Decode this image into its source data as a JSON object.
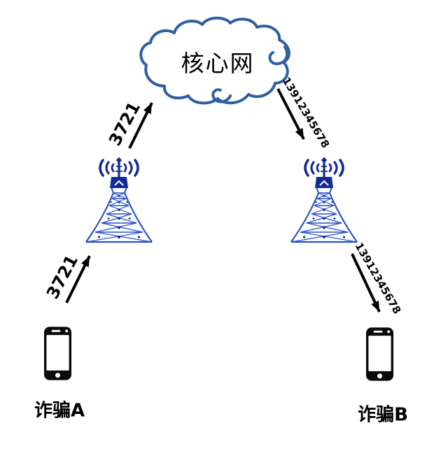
{
  "diagram": {
    "core_network_label": "核心网",
    "caller_label": "诈骗A",
    "callee_label": "诈骗B",
    "links": [
      {
        "from": "phone-a",
        "to": "tower-a",
        "label": "3721"
      },
      {
        "from": "tower-a",
        "to": "core-network",
        "label": "3721"
      },
      {
        "from": "core-network",
        "to": "tower-b",
        "label": "13912345678"
      },
      {
        "from": "tower-b",
        "to": "phone-b",
        "label": "13912345678"
      }
    ],
    "colors": {
      "cloud_stroke": "#2e5fa3",
      "tower_primary": "#2752c8",
      "tower_dark": "#132a96",
      "arrow": "#000000",
      "text": "#000000"
    }
  }
}
